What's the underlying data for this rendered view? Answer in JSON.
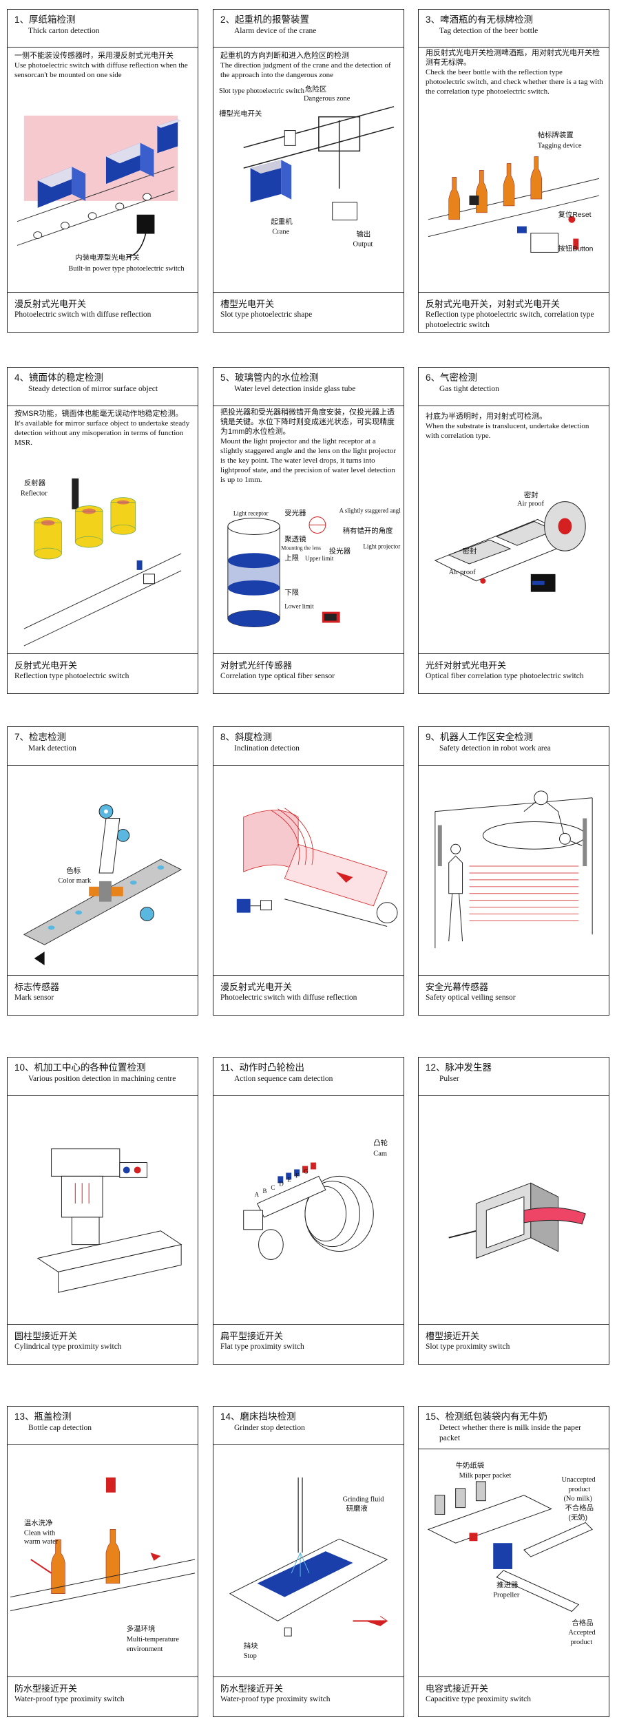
{
  "cards": [
    {
      "title": "1、厚纸箱检测",
      "title_en": "Thick carton detection",
      "desc_zh": "一侧不能装设传感器时，采用漫反射式光电开关",
      "desc_en": "Use photoelectric switch with diffuse reflection when the sensorcan't be mounted on one side",
      "labels": {
        "a": "内装电源型光电开关",
        "b": "Built-in power type photoelectric switch"
      },
      "foot_zh": "漫反射式光电开关",
      "foot_en": "Photoelectric switch with diffuse reflection"
    },
    {
      "title": "2、起重机的报警装置",
      "title_en": "Alarm device of the crane",
      "desc_zh": "起重机的方向判断和进入危险区的检测",
      "desc_en": "The direction judgment of the crane and the detection of the approach into the dangerous zone",
      "labels": {
        "a": "危险区",
        "b": "Dangerous zone",
        "c": "Slot type photoelectric switch",
        "d": "槽型光电开关",
        "e": "起重机",
        "f": "Crane",
        "g": "输出",
        "h": "Output"
      },
      "foot_zh": "槽型光电开关",
      "foot_en": "Slot type photoelectric shape"
    },
    {
      "title": "3、啤酒瓶的有无标牌检测",
      "title_en": "Tag detection of the beer bottle",
      "desc_zh": "用反射式光电开关检测啤酒瓶，用对射式光电开关检测有无标牌。",
      "desc_en": "Check the beer bottle with the reflection type photoelectric switch, and check whether there is a tag with the correlation type photoelectric switch.",
      "labels": {
        "a": "帖标牌装置",
        "b": "Tagging device",
        "c": "复位Reset",
        "d": "按钮Button"
      },
      "foot_zh": "反射式光电开关，对射式光电开关",
      "foot_en": "Reflection type photoelectric switch, correlation type photoelectric switch"
    },
    {
      "title": "4、镜面体的稳定检测",
      "title_en": "Steady detection of mirror surface object",
      "desc_zh": "按MSR功能，镜面体也能毫无误动作地稳定检测。",
      "desc_en": "It's available for mirror surface object to undertake steady detection without any misoperation in terms of function MSR.",
      "labels": {
        "a": "反射器",
        "b": "Reflector"
      },
      "foot_zh": "反射式光电开关",
      "foot_en": "Reflection type photoelectric switch"
    },
    {
      "title": "5、玻璃管内的水位检测",
      "title_en": "Water level detection inside glass tube",
      "desc_zh": "把投光器和受光器稍微错开角度安装，仅投光器上透镜是关键。水位下降时则变成迷光状态，可实现精度为1mm的水位检测。",
      "desc_en": "Mount the light projector and the light receptor at a slightly staggered angle and the lens on the light projector is the key point. The water level drops, it turns into lightproof state, and the precision of water level detection is up to 1mm.",
      "labels": {
        "a": "Light receptor",
        "b": "受光器",
        "c": "A slightly staggered angle",
        "d": "稍有错开的角度",
        "e": "聚透镜",
        "f": "Mounting the lens",
        "g": "上限",
        "h": "Upper limit",
        "i": "投光器",
        "j": "Light projector",
        "k": "下限",
        "l": "Lower limit"
      },
      "foot_zh": "对射式光纤传感器",
      "foot_en": "Correlation type optical fiber sensor"
    },
    {
      "title": "6、气密检测",
      "title_en": "Gas tight detection",
      "desc_zh": "衬底为半透明时，用对射式可检测。",
      "desc_en": "When the substrate is translucent, undertake detection with correlation type.",
      "labels": {
        "a": "密封",
        "b": "Air proof",
        "c": "密封",
        "d": "Air proof"
      },
      "foot_zh": "光纤对射式光电开关",
      "foot_en": "Optical fiber correlation type photoelectric switch"
    },
    {
      "title": "7、检志检测",
      "title_en": "Mark detection",
      "labels": {
        "a": "色标",
        "b": "Color mark"
      },
      "foot_zh": "标志传感器",
      "foot_en": "Mark sensor"
    },
    {
      "title": "8、斜度检测",
      "title_en": "Inclination detection",
      "foot_zh": "漫反射式光电开关",
      "foot_en": "Photoelectric switch with diffuse reflection"
    },
    {
      "title": "9、机器人工作区安全检测",
      "title_en": "Safety detection in robot work area",
      "foot_zh": "安全光幕传感器",
      "foot_en": "Safety optical veiling sensor"
    },
    {
      "title": "10、机加工中心的各种位置检测",
      "title_en": "Various position detection in machining centre",
      "foot_zh": "圆柱型接近开关",
      "foot_en": "Cylindrical type proximity switch"
    },
    {
      "title": "11、动作时凸轮检出",
      "title_en": "Action sequence cam detection",
      "labels": {
        "a": "凸轮",
        "b": "Cam",
        "c": "A",
        "d": "B",
        "e": "C",
        "f": "D",
        "g": "E",
        "h": "F",
        "i": "G"
      },
      "foot_zh": "扁平型接近开关",
      "foot_en": "Flat type proximity switch"
    },
    {
      "title": "12、脉冲发生器",
      "title_en": "Pulser",
      "foot_zh": "槽型接近开关",
      "foot_en": "Slot type proximity switch"
    },
    {
      "title": "13、瓶盖检测",
      "title_en": "Bottle cap detection",
      "labels": {
        "a": "温水洗净",
        "b": "Clean with",
        "c": "warm water",
        "d": "多温环境",
        "e": "Multi-temperature",
        "f": "environment"
      },
      "foot_zh": "防水型接近开关",
      "foot_en": "Water-proof type proximity switch"
    },
    {
      "title": "14、磨床挡块检测",
      "title_en": "Grinder stop detection",
      "labels": {
        "a": "Grinding fluid",
        "b": "研磨液",
        "c": "挡块",
        "d": "Stop"
      },
      "foot_zh": "防水型接近开关",
      "foot_en": "Water-proof type proximity switch"
    },
    {
      "title": "15、检测纸包装袋内有无牛奶",
      "title_en": "Detect whether there is milk inside the paper packet",
      "labels": {
        "a": "牛奶纸袋",
        "b": "Milk paper packet",
        "c": "Unaccepted",
        "d": "product",
        "e": "(No milk)",
        "f": "不合格品",
        "g": "(无奶)",
        "h": "推进器",
        "i": "Propeller",
        "j": "合格品",
        "k": "Accepted",
        "l": "product"
      },
      "foot_zh": "电容式接近开关",
      "foot_en": "Capacitive type proximity switch"
    }
  ],
  "colors": {
    "blue": "#1a3faa",
    "orange": "#e8821a",
    "yellow": "#f2d21a",
    "pink": "#f6c9cf",
    "red": "#d42020",
    "cyan": "#5ab8e0",
    "grey": "#c8c8c8"
  }
}
